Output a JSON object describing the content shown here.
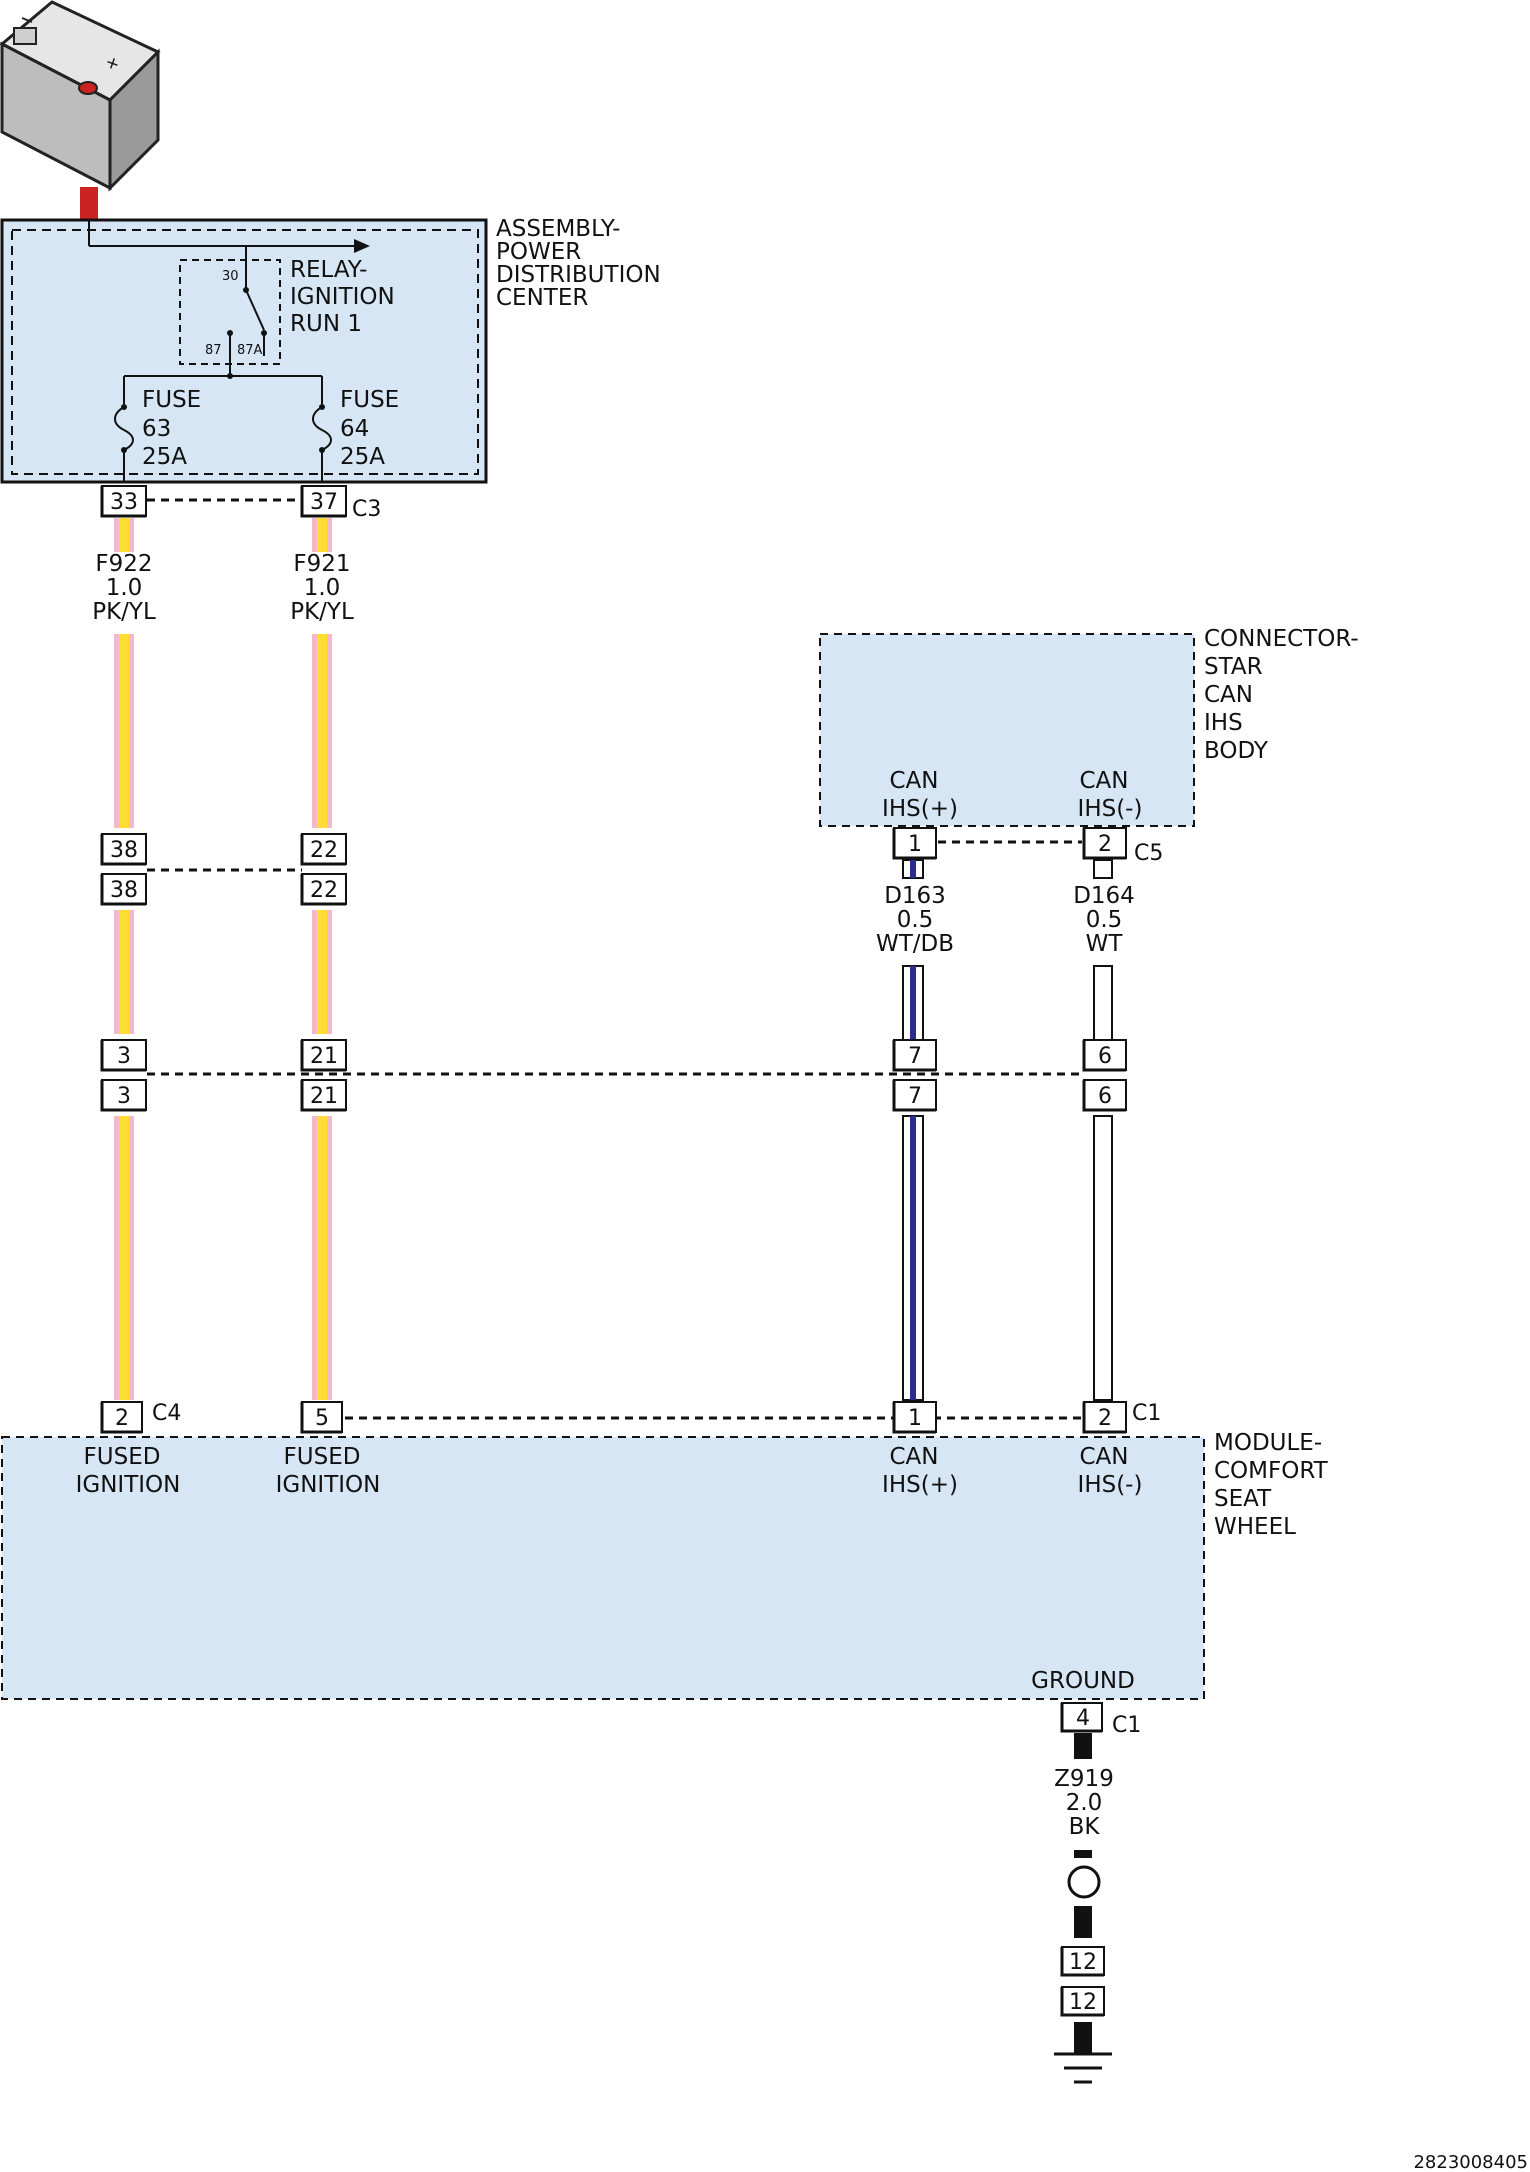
{
  "colors": {
    "box_fill": "#d6e6f5",
    "pink": "#f4b8cc",
    "yellow": "#ffdd33",
    "white_wire": "#ffffff",
    "dark_blue": "#2a2d8c",
    "black": "#111111",
    "battery_red": "#cc2222"
  },
  "battery": {
    "icon": "battery-icon"
  },
  "pdc": {
    "label": [
      "ASSEMBLY-",
      "POWER",
      "DISTRIBUTION",
      "CENTER"
    ],
    "relay": {
      "label": [
        "RELAY-",
        "IGNITION",
        "RUN 1"
      ],
      "pins": {
        "p30": "30",
        "p87": "87",
        "p87a": "87A"
      }
    },
    "fuses": [
      {
        "label": [
          "FUSE",
          "63",
          "25A"
        ]
      },
      {
        "label": [
          "FUSE",
          "64",
          "25A"
        ]
      }
    ],
    "connector": "C3",
    "pins": [
      "33",
      "37"
    ]
  },
  "wires": {
    "f922": [
      "F922",
      "1.0",
      "PK/YL"
    ],
    "f921": [
      "F921",
      "1.0",
      "PK/YL"
    ],
    "d163": [
      "D163",
      "0.5",
      "WT/DB"
    ],
    "d164": [
      "D164",
      "0.5",
      "WT"
    ],
    "z919": [
      "Z919",
      "2.0",
      "BK"
    ]
  },
  "inline_connectors": {
    "row1": {
      "a": "38",
      "b": "22"
    },
    "row2": {
      "a": "3",
      "b": "21",
      "c": "7",
      "d": "6"
    },
    "ground_splice": "12"
  },
  "star_connector": {
    "label": [
      "CONNECTOR-",
      "STAR",
      "CAN",
      "IHS",
      "BODY"
    ],
    "pin_labels": [
      [
        "CAN",
        "IHS(+)"
      ],
      [
        "CAN",
        "IHS(-)"
      ]
    ],
    "connector": "C5",
    "pins": [
      "1",
      "2"
    ]
  },
  "module": {
    "label": [
      "MODULE-",
      "COMFORT",
      "SEAT",
      "WHEEL"
    ],
    "connectors": {
      "c4": "C4",
      "c1": "C1",
      "ground_c1": "C1"
    },
    "pins": {
      "fused1": "2",
      "fused2": "5",
      "can_p": "1",
      "can_n": "2",
      "ground": "4"
    },
    "pin_labels": {
      "fused1": [
        "FUSED",
        "IGNITION"
      ],
      "fused2": [
        "FUSED",
        "IGNITION"
      ],
      "can_p": [
        "CAN",
        "IHS(+)"
      ],
      "can_n": [
        "CAN",
        "IHS(-)"
      ],
      "ground": "GROUND"
    }
  },
  "ground_symbol": "ground-icon",
  "footer_id": "2823008405"
}
